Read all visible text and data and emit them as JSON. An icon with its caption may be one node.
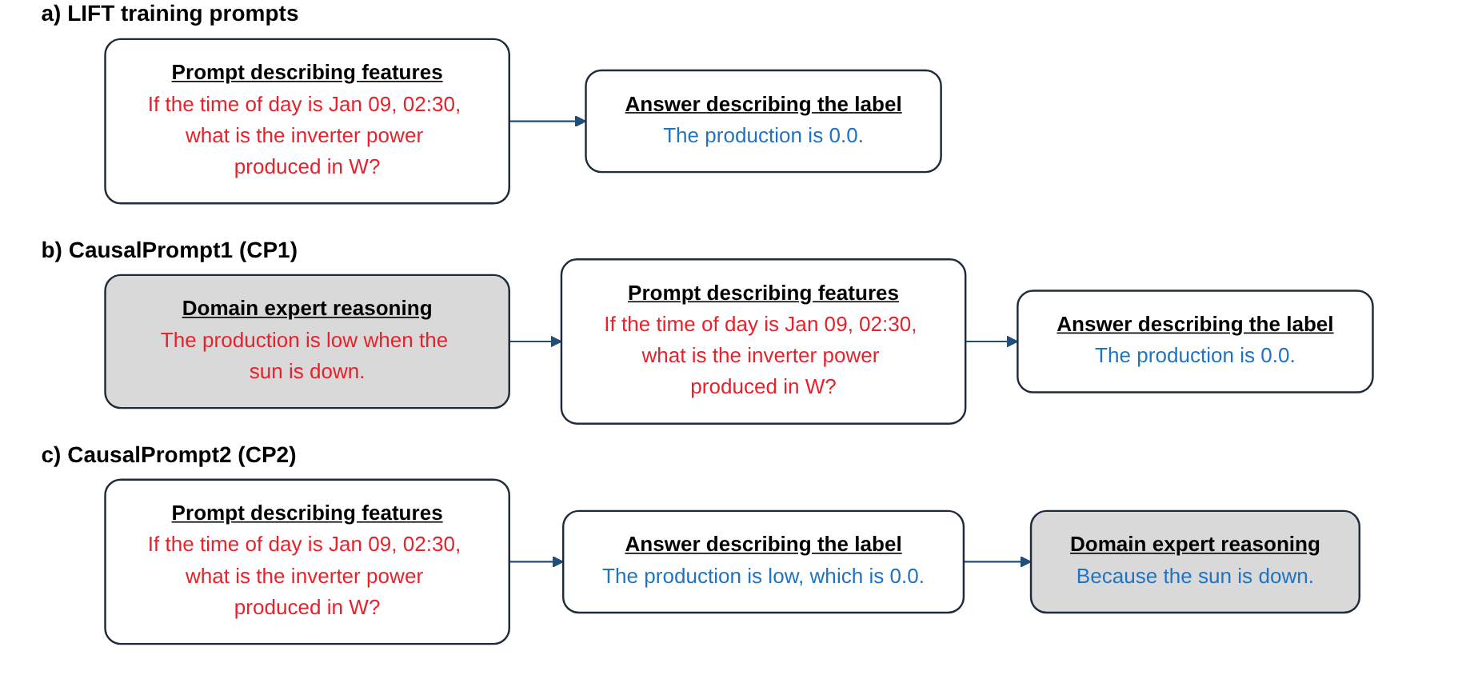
{
  "diagram": {
    "nodes": [
      {
        "text": [
          "Prompt describing features",
          "If the time of day is Jan 09, 02:30, what is the inverter power produced in W?"
        ]
      },
      {
        "text": [
          "Answer describing the label",
          "The production is 0.0."
        ]
      },
      {
        "text": [
          "Domain expert reasoning",
          "The production is low when the sun is down."
        ]
      },
      {
        "text": [
          "Prompt describing features",
          "If the time of day is Jan 09, 02:30, what is the inverter power produced in W?"
        ]
      },
      {
        "text": [
          "Answer describing the label",
          "The production is 0.0."
        ]
      },
      {
        "text": [
          "Prompt describing features",
          "If the time of day is Jan 09, 02:30, what is the inverter power produced in W?"
        ]
      },
      {
        "text": [
          "Answer describing the label",
          "The production is low, which is 0.0."
        ]
      },
      {
        "text": [
          "Domain expert reasoning",
          "Because the sun is down."
        ]
      }
    ],
    "edges": [
      {
        "from": 0,
        "to": 1,
        "arrow": "to"
      },
      {
        "from": 2,
        "to": 3,
        "arrow": "to"
      },
      {
        "from": 3,
        "to": 4,
        "arrow": "to"
      },
      {
        "from": 5,
        "to": 6,
        "arrow": "to"
      },
      {
        "from": 6,
        "to": 7,
        "arrow": "to"
      }
    ],
    "labels": [
      "a) LIFT training prompts",
      "b) CausalPrompt1 (CP1)",
      "c) CausalPrompt2 (CP2)"
    ]
  }
}
